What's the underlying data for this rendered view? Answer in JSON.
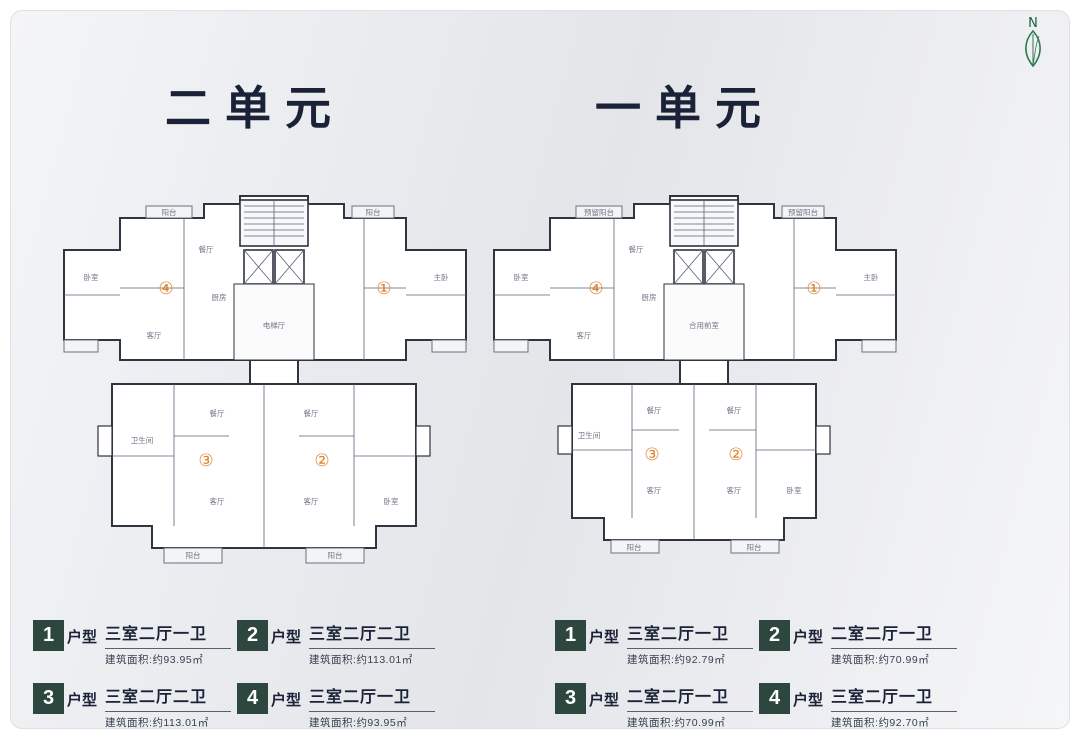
{
  "page": {
    "compass_label": "N"
  },
  "theme": {
    "ink": "#1a2238",
    "wall": "#2e3440",
    "accent_orange": "#e0812a",
    "legend_box": "#2d473e",
    "compass_green": "#2f7a4f"
  },
  "buildings": [
    {
      "title": "二单元",
      "plan": {
        "marks": [
          "④",
          "①",
          "③",
          "②"
        ],
        "rooms": [
          "阳台",
          "卧室",
          "餐厅",
          "客厅",
          "厨房",
          "主卧",
          "电梯厅",
          "卫生间",
          "餐厅",
          "客厅",
          "餐厅",
          "客厅",
          "阳台",
          "阳台",
          "卧室",
          "阳台"
        ]
      },
      "legend": [
        {
          "num": "1",
          "type_label": "户型",
          "name": "三室二厅一卫",
          "area_prefix": "建筑面积:",
          "area": "约93.95㎡"
        },
        {
          "num": "2",
          "type_label": "户型",
          "name": "三室二厅二卫",
          "area_prefix": "建筑面积:",
          "area": "约113.01㎡"
        },
        {
          "num": "3",
          "type_label": "户型",
          "name": "三室二厅二卫",
          "area_prefix": "建筑面积:",
          "area": "约113.01㎡"
        },
        {
          "num": "4",
          "type_label": "户型",
          "name": "三室二厅一卫",
          "area_prefix": "建筑面积:",
          "area": "约93.95㎡"
        }
      ]
    },
    {
      "title": "一单元",
      "plan": {
        "marks": [
          "④",
          "①",
          "③",
          "②"
        ],
        "rooms": [
          "预留阳台",
          "卧室",
          "餐厅",
          "客厅",
          "厨房",
          "主卧",
          "合用前室",
          "卫生间",
          "餐厅",
          "客厅",
          "餐厅",
          "客厅",
          "阳台",
          "阳台",
          "卧室",
          "预留阳台"
        ]
      },
      "legend": [
        {
          "num": "1",
          "type_label": "户型",
          "name": "三室二厅一卫",
          "area_prefix": "建筑面积:",
          "area": "约92.79㎡"
        },
        {
          "num": "2",
          "type_label": "户型",
          "name": "二室二厅一卫",
          "area_prefix": "建筑面积:",
          "area": "约70.99㎡"
        },
        {
          "num": "3",
          "type_label": "户型",
          "name": "二室二厅一卫",
          "area_prefix": "建筑面积:",
          "area": "约70.99㎡"
        },
        {
          "num": "4",
          "type_label": "户型",
          "name": "三室二厅一卫",
          "area_prefix": "建筑面积:",
          "area": "约92.70㎡"
        }
      ]
    }
  ]
}
